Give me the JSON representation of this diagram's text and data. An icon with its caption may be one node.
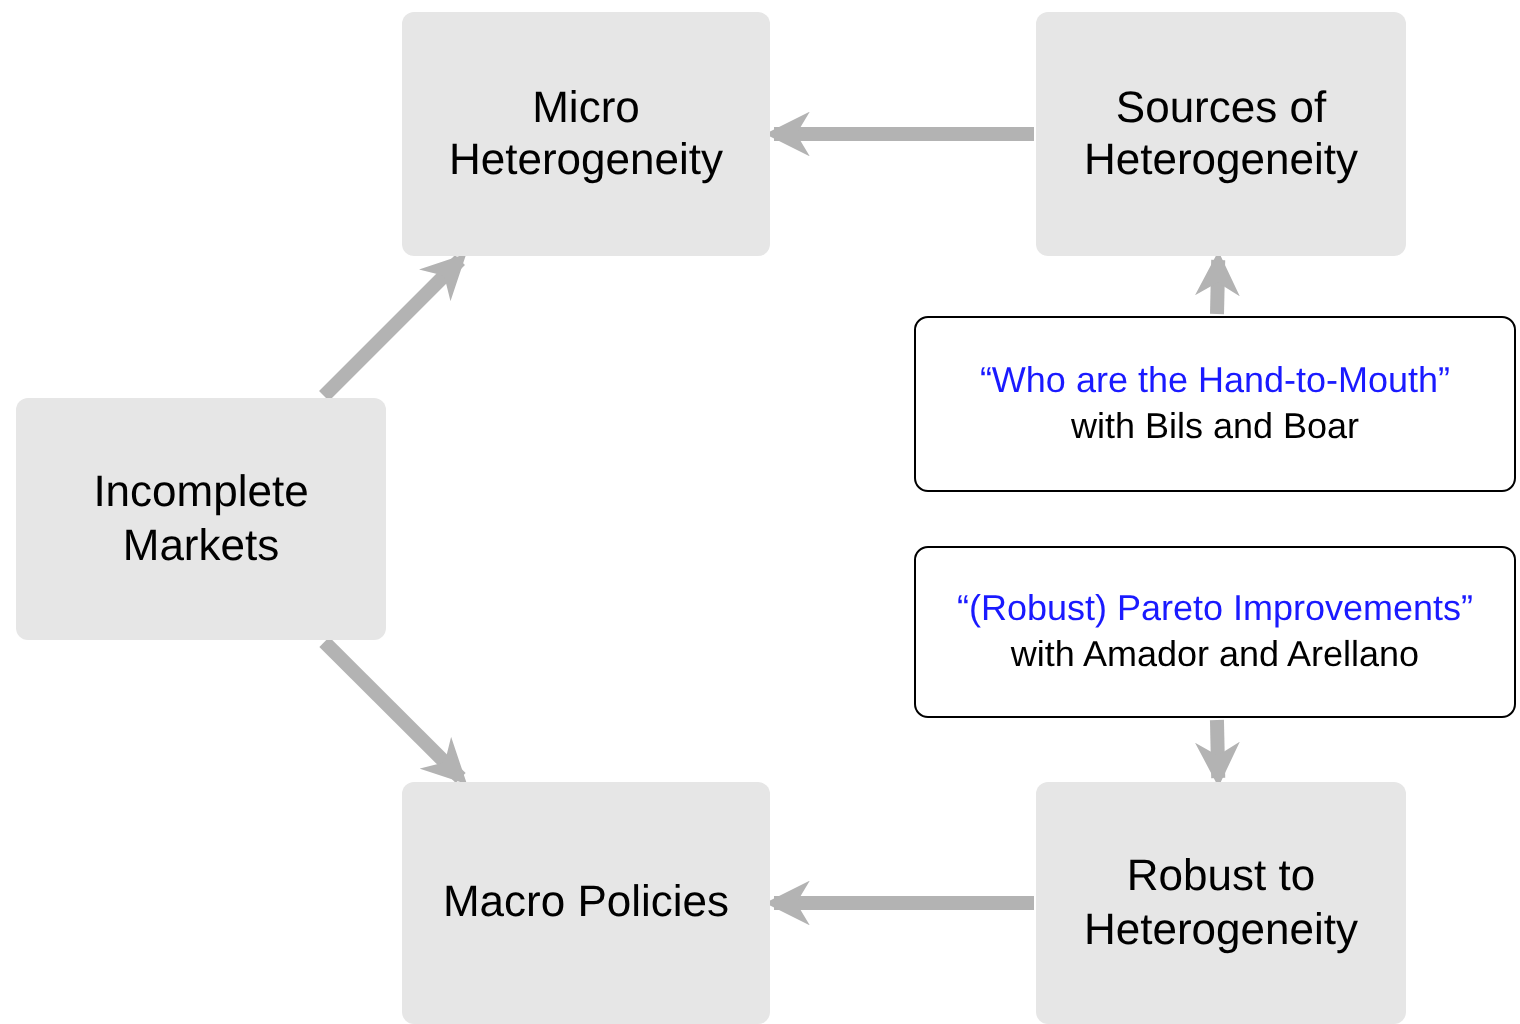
{
  "diagram": {
    "nodes": [
      {
        "text": [
          "Incomplete Markets"
        ]
      },
      {
        "text": [
          "Micro Heterogeneity"
        ]
      },
      {
        "text": [
          "Sources of Heterogeneity"
        ]
      },
      {
        "text": [
          "“Who are the Hand-to-Mouth”",
          "with Bils and Boar"
        ]
      },
      {
        "text": [
          "“(Robust) Pareto Improvements”",
          "with Amador and Arellano"
        ]
      },
      {
        "text": [
          "Macro Policies"
        ]
      },
      {
        "text": [
          "Robust to Heterogeneity"
        ]
      }
    ],
    "edges": [
      {
        "from": 0,
        "to": 1,
        "arrow": "to"
      },
      {
        "from": 0,
        "to": 5,
        "arrow": "to"
      },
      {
        "from": 2,
        "to": 1,
        "arrow": "to"
      },
      {
        "from": 3,
        "to": 2,
        "arrow": "to"
      },
      {
        "from": 4,
        "to": 6,
        "arrow": "to"
      },
      {
        "from": 6,
        "to": 5,
        "arrow": "to"
      }
    ]
  }
}
